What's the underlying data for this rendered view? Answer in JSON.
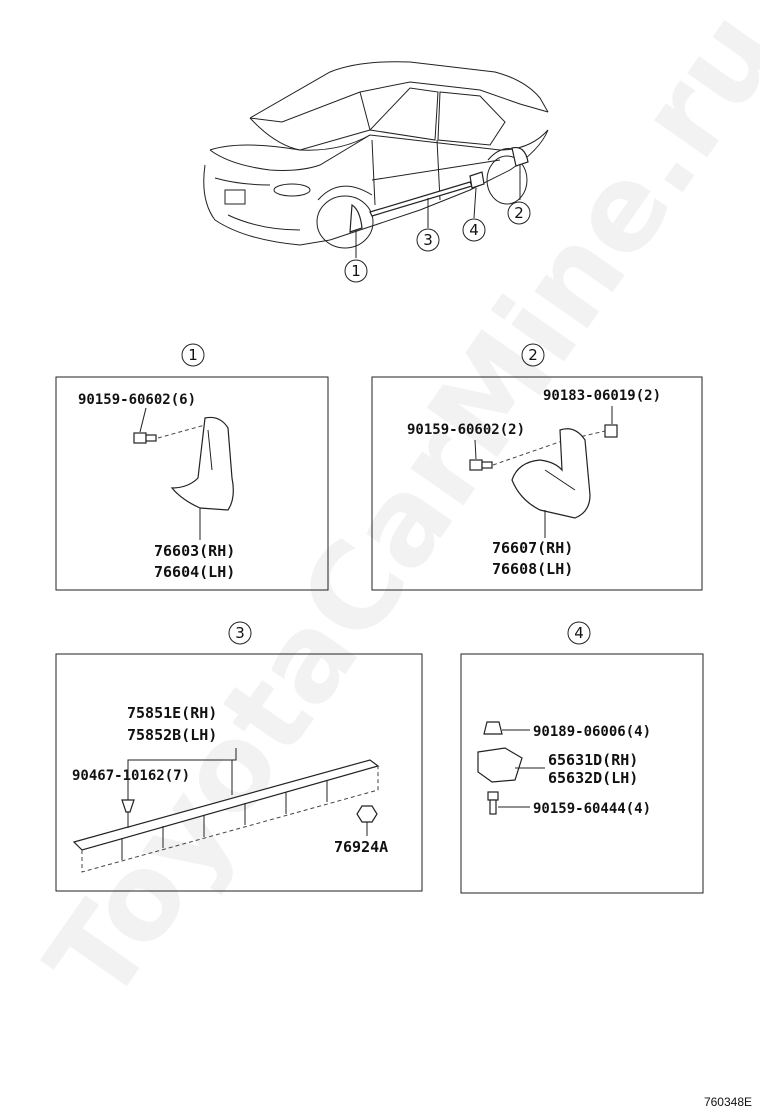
{
  "watermark": "ToyotaCarMine.ru",
  "drawing_code": "760348E",
  "overview": {
    "callouts": [
      "1",
      "2",
      "3",
      "4"
    ]
  },
  "panels": [
    {
      "callout": "1",
      "labels": [
        "90159-60602(6)",
        "76603(RH)",
        "76604(LH)"
      ]
    },
    {
      "callout": "2",
      "labels": [
        "90183-06019(2)",
        "90159-60602(2)",
        "76607(RH)",
        "76608(LH)"
      ]
    },
    {
      "callout": "3",
      "labels": [
        "75851E(RH)",
        "75852B(LH)",
        "90467-10162(7)",
        "76924A"
      ]
    },
    {
      "callout": "4",
      "labels": [
        "90189-06006(4)",
        "65631D(RH)",
        "65632D(LH)",
        "90159-60444(4)"
      ]
    }
  ]
}
